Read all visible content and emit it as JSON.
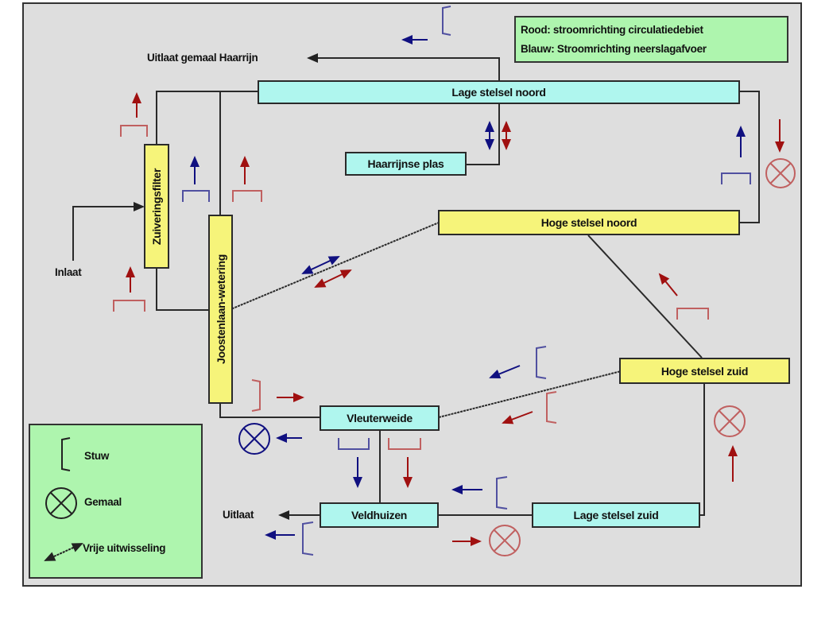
{
  "legend_top": {
    "red": "Rood: stroomrichting circulatiedebiet",
    "blue": "Blauw: Stroomrichting neerslagafvoer"
  },
  "legend_symbols": {
    "stuw": "Stuw",
    "gemaal": "Gemaal",
    "vrije_uitwisseling": "Vrije uitwisseling"
  },
  "nodes": {
    "lage_stelsel_noord": "Lage stelsel noord",
    "haarrijnse_plas": "Haarrijnse plas",
    "hoge_stelsel_noord": "Hoge stelsel noord",
    "zuiveringsfilter": "Zuiveringsfilter",
    "joostenlaan_wetering": "Joostenlaan-wetering",
    "hoge_stelsel_zuid": "Hoge stelsel zuid",
    "vleuterweide": "Vleuterweide",
    "veldhuizen": "Veldhuizen",
    "lage_stelsel_zuid": "Lage stelsel zuid"
  },
  "labels": {
    "uitlaat_gemaal_haarrijn": "Uitlaat gemaal Haarrijn",
    "inlaat": "Inlaat",
    "uitlaat": "Uitlaat"
  },
  "colors": {
    "red_flow": "#a01010",
    "blue_flow": "#101080",
    "red_symbol": "#c06060",
    "blue_symbol": "#5050a0",
    "cyan_node": "#aff6ee",
    "yellow_node": "#f6f47a",
    "legend_bg": "#aef5ae",
    "background": "#dedede"
  }
}
